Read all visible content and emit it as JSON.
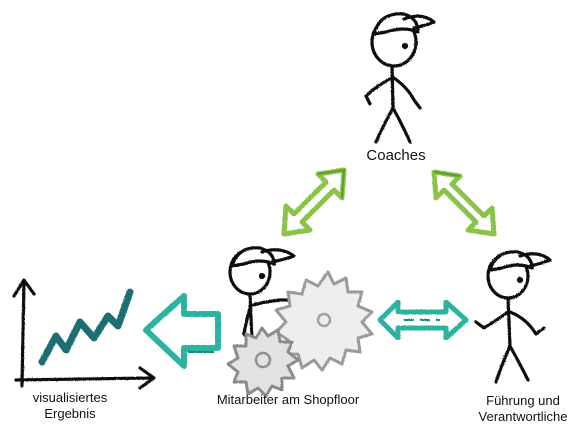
{
  "labels": {
    "coaches": "Coaches",
    "shopfloor_workers": "Mitarbeiter am Shopfloor",
    "result_line1": "visualisiertes",
    "result_line2": "Ergebnis",
    "management_line1": "Führung und",
    "management_line2": "Verantwortliche"
  },
  "colors": {
    "ink": "#111111",
    "green_arrow": "#8bc34a",
    "green_arrow_dark": "#5e9a2a",
    "teal_arrow": "#2ab3a0",
    "teal_arrow_dark": "#178a78",
    "chart_line": "#1f6e73",
    "gear": "#a0a0a0",
    "gear_dark": "#777777"
  },
  "icons": [
    "stick-figure-with-cap",
    "gear-icon",
    "double-arrow",
    "arrow-left",
    "line-chart-icon"
  ]
}
